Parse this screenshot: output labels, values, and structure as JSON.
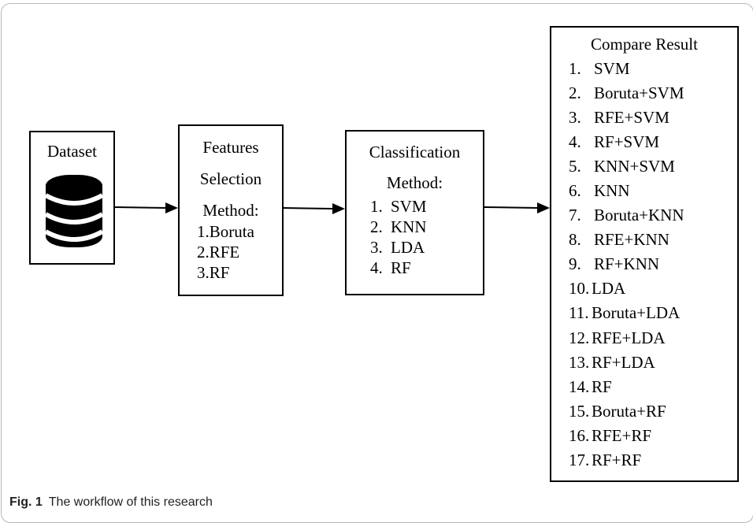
{
  "dataset": {
    "title": "Dataset",
    "icon": "database-icon"
  },
  "feature_selection": {
    "title_lines": [
      "Features",
      "Selection",
      "Method:"
    ],
    "items": [
      {
        "num": "1.",
        "label": "Boruta"
      },
      {
        "num": "2.",
        "label": "RFE"
      },
      {
        "num": "3.",
        "label": "RF"
      }
    ]
  },
  "classification": {
    "title_lines": [
      "Classification",
      "Method:"
    ],
    "items": [
      {
        "num": "1.",
        "label": "SVM"
      },
      {
        "num": "2.",
        "label": "KNN"
      },
      {
        "num": "3.",
        "label": "LDA"
      },
      {
        "num": "4.",
        "label": "RF"
      }
    ]
  },
  "compare": {
    "title": "Compare Result",
    "items": [
      {
        "num": "1.",
        "label": "SVM"
      },
      {
        "num": "2.",
        "label": "Boruta+SVM"
      },
      {
        "num": "3.",
        "label": "RFE+SVM"
      },
      {
        "num": "4.",
        "label": "RF+SVM"
      },
      {
        "num": "5.",
        "label": "KNN+SVM"
      },
      {
        "num": "6.",
        "label": "KNN"
      },
      {
        "num": "7.",
        "label": "Boruta+KNN"
      },
      {
        "num": "8.",
        "label": "RFE+KNN"
      },
      {
        "num": "9.",
        "label": "RF+KNN"
      },
      {
        "num": "10.",
        "label": "LDA"
      },
      {
        "num": "11.",
        "label": "Boruta+LDA"
      },
      {
        "num": "12.",
        "label": "RFE+LDA"
      },
      {
        "num": "13.",
        "label": "RF+LDA"
      },
      {
        "num": "14.",
        "label": "RF"
      },
      {
        "num": "15.",
        "label": "Boruta+RF"
      },
      {
        "num": "16.",
        "label": "RFE+RF"
      },
      {
        "num": "17.",
        "label": "RF+RF"
      }
    ]
  },
  "caption": {
    "label": "Fig. 1",
    "text": "The workflow of this research"
  }
}
